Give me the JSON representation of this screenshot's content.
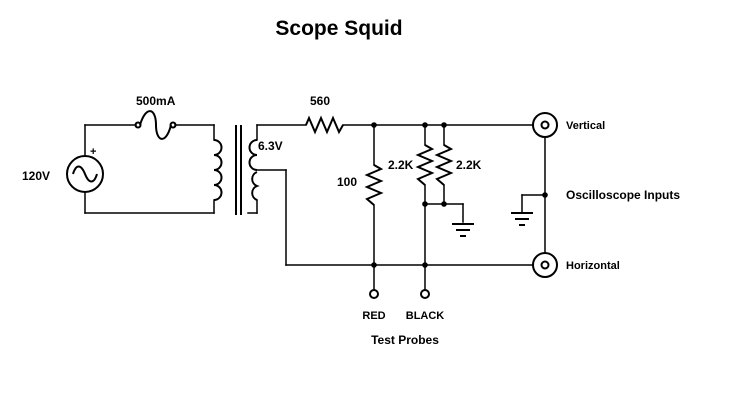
{
  "title": "Scope Squid",
  "labels": {
    "source_voltage": "120V",
    "fuse_rating": "500mA",
    "secondary_voltage": "6.3V",
    "series_resistor": "560",
    "shunt_resistor": "100",
    "divider_resistor_a": "2.2K",
    "divider_resistor_b": "2.2K",
    "vertical_input": "Vertical",
    "horizontal_input": "Horizontal",
    "scope_inputs": "Oscilloscope Inputs",
    "probe_red": "RED",
    "probe_black": "BLACK",
    "test_probes": "Test Probes",
    "polarity_plus": "+"
  }
}
